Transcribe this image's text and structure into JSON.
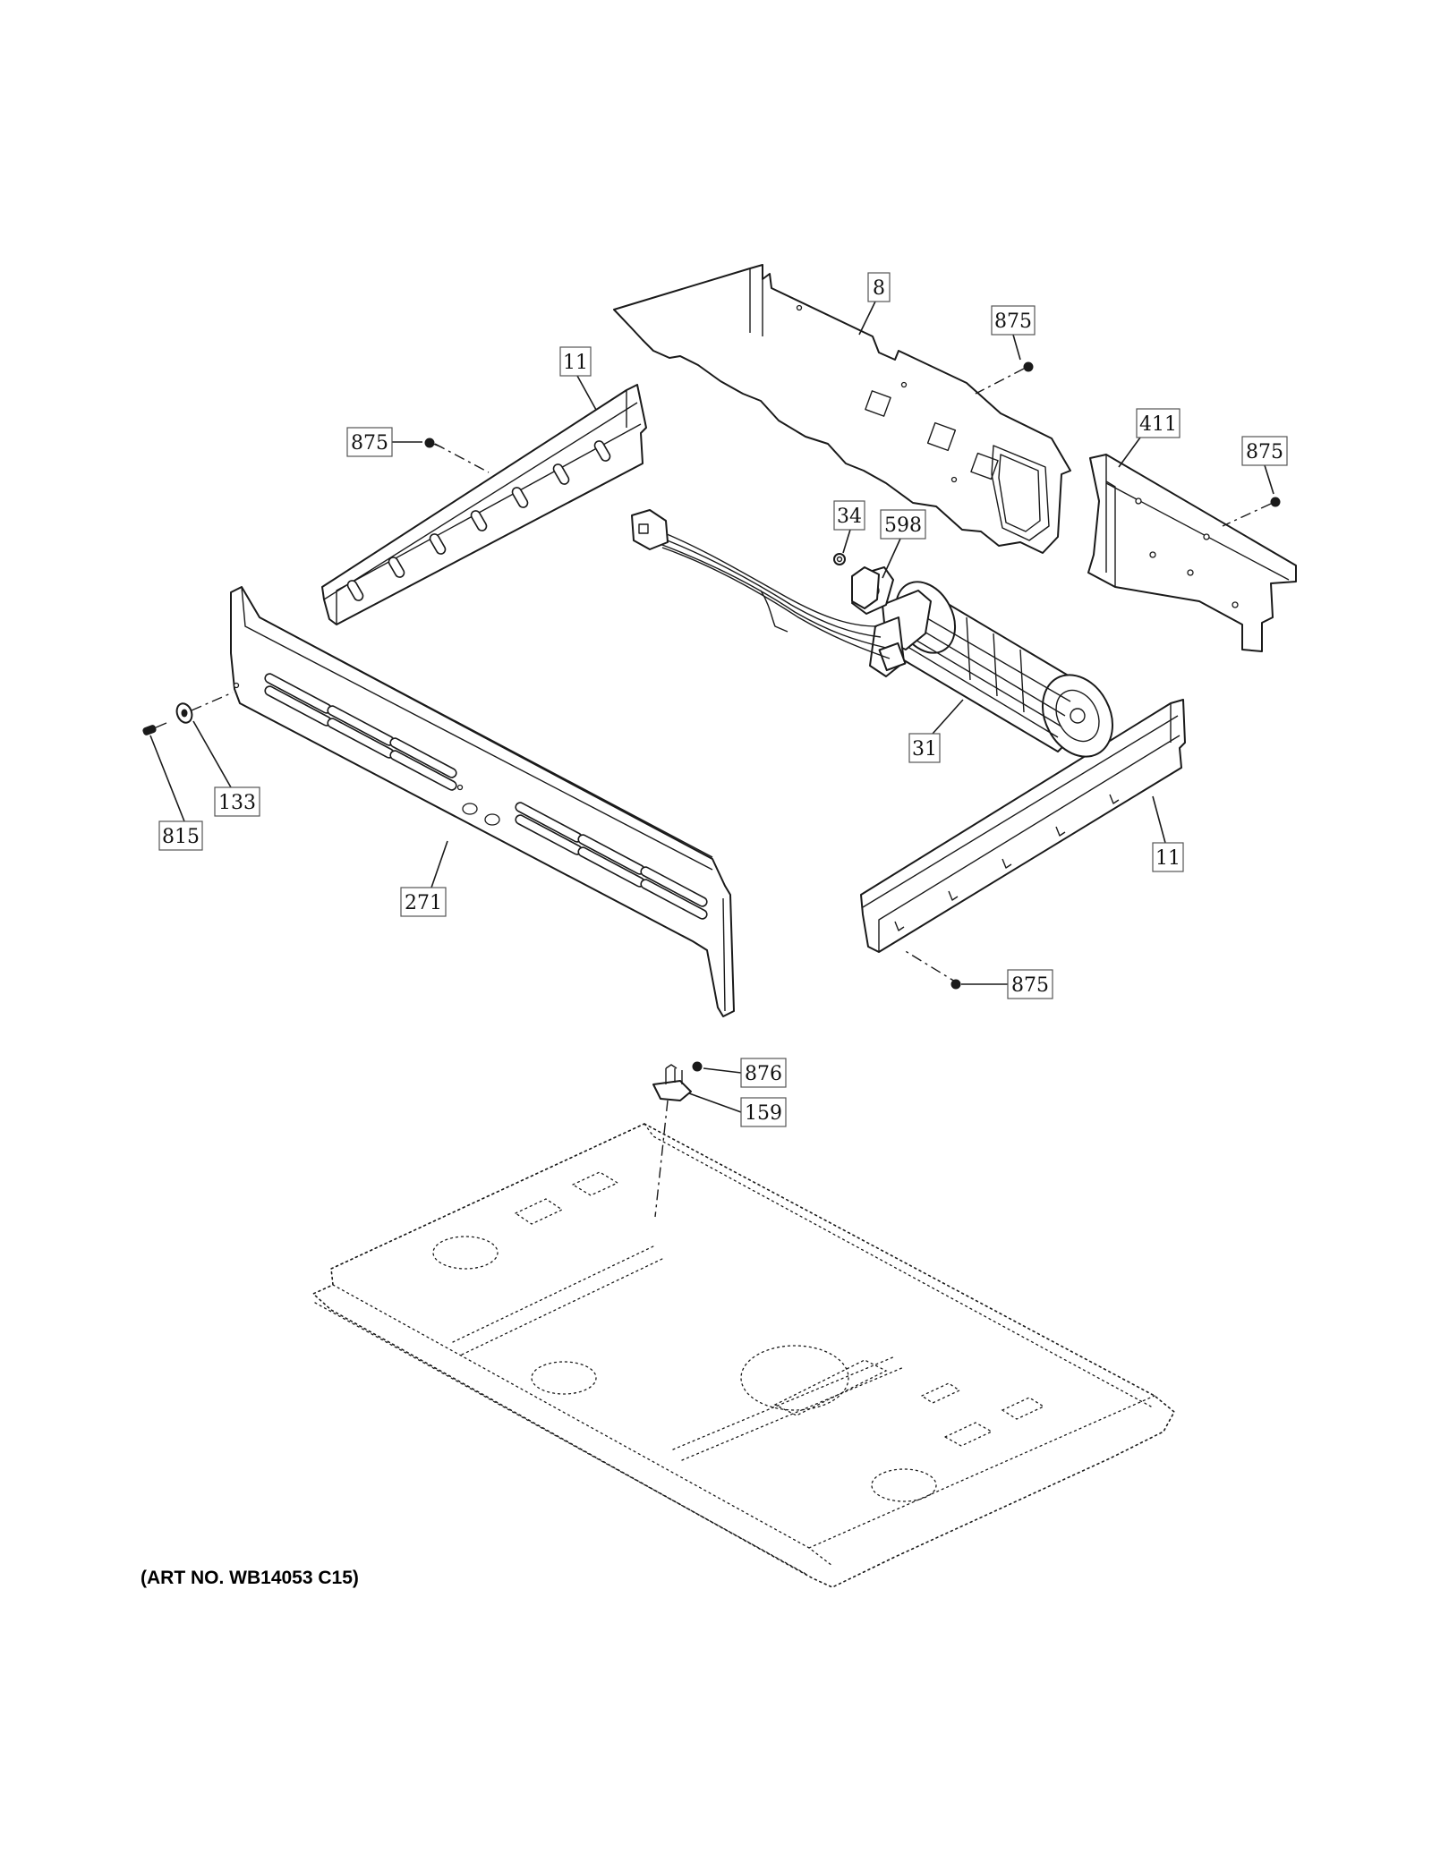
{
  "art_number": "(ART NO. WB14053 C15)",
  "callouts": [
    {
      "label": "8"
    },
    {
      "label": "875"
    },
    {
      "label": "11"
    },
    {
      "label": "875"
    },
    {
      "label": "411"
    },
    {
      "label": "875"
    },
    {
      "label": "34"
    },
    {
      "label": "598"
    },
    {
      "label": "31"
    },
    {
      "label": "133"
    },
    {
      "label": "815"
    },
    {
      "label": "271"
    },
    {
      "label": "11"
    },
    {
      "label": "875"
    },
    {
      "label": "876"
    },
    {
      "label": "159"
    }
  ]
}
